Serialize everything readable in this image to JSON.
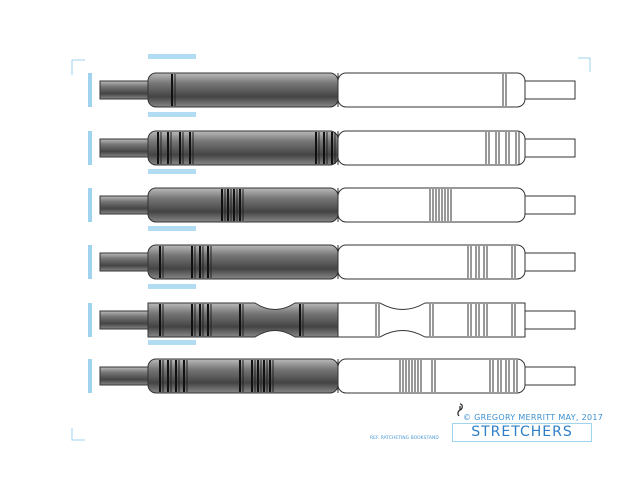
{
  "drawing": {
    "title": "STRETCHERS",
    "credit": "© GREGORY MERRITT  MAY, 2017",
    "reference": "REF. RATCHETING BOOKSTAND",
    "row_count": 6
  },
  "colors": {
    "ink": "#333333",
    "dimension": "#9fd3ee",
    "text": "#2f7fc8"
  }
}
